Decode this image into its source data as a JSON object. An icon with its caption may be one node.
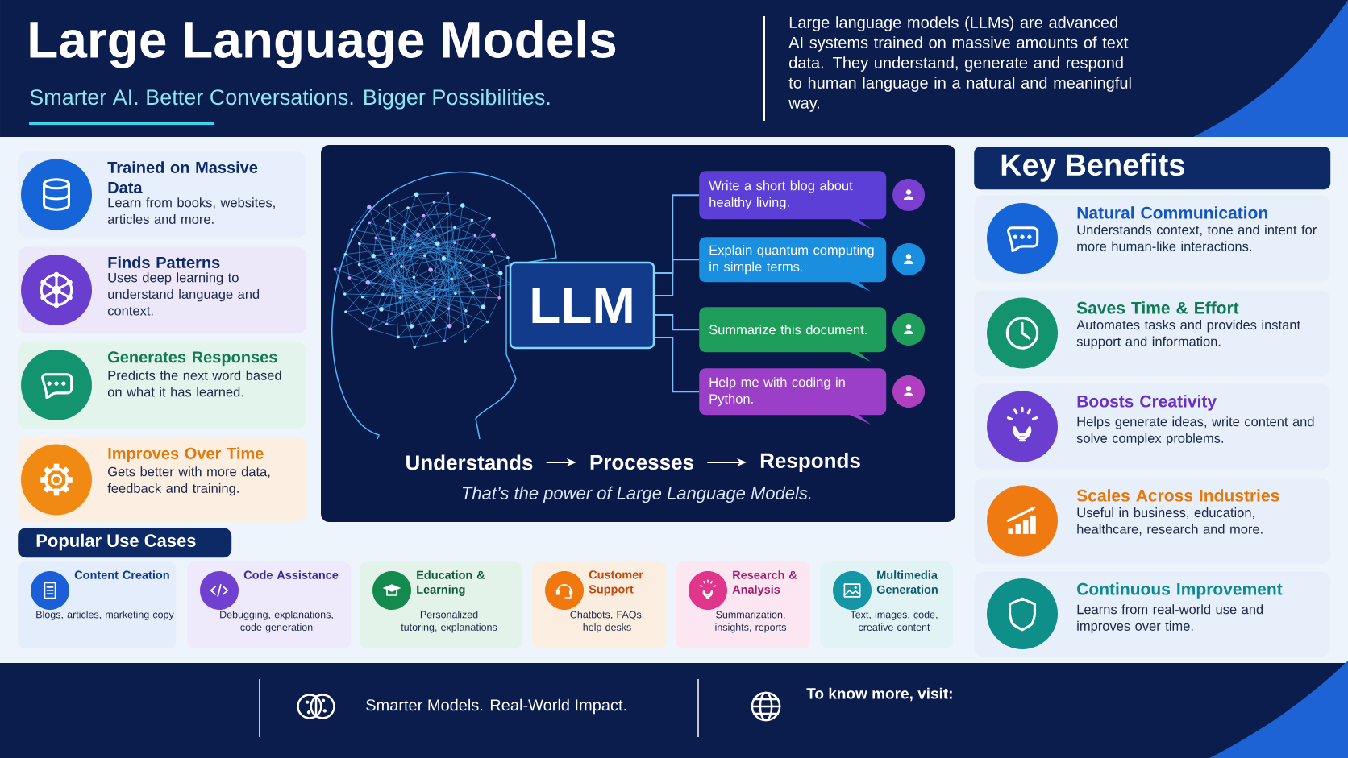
{
  "diagram": {
    "title": "Large Language Models",
    "nodes": [
      {
        "text": [
          "Trained on Massive Data",
          "Learn from books, websites, articles and more."
        ]
      },
      {
        "text": [
          "Finds Patterns",
          "Uses deep learning to understand language and context."
        ]
      },
      {
        "text": [
          "Generates Responses",
          "Predicts the next word based on what it has learned."
        ]
      },
      {
        "text": [
          "Improves Over Time",
          "Gets better with more data, feedback and training."
        ]
      },
      {
        "text": [
          "LLM"
        ]
      },
      {
        "text": [
          "Write a short blog about healthy living."
        ]
      },
      {
        "text": [
          "Explain quantum computing in simple terms."
        ]
      },
      {
        "text": [
          "Summarize this document."
        ]
      },
      {
        "text": [
          "Help me with coding in Python."
        ]
      },
      {
        "text": [
          "Understands"
        ]
      },
      {
        "text": [
          "Processes"
        ]
      },
      {
        "text": [
          "Responds"
        ]
      },
      {
        "text": [
          "Natural Communication",
          "Understands context, tone and intent for more human-like interactions."
        ]
      },
      {
        "text": [
          "Saves Time & Effort",
          "Automates tasks and provides instant support and information."
        ]
      },
      {
        "text": [
          "Boosts Creativity",
          "Helps generate ideas, write content and solve complex problems."
        ]
      },
      {
        "text": [
          "Scales Across Industries",
          "Useful in business, education, healthcare, research and more."
        ]
      },
      {
        "text": [
          "Continuous Improvement",
          "Learns from real-world use and improves over time."
        ]
      },
      {
        "text": [
          "Content Creation",
          "Blogs, articles, marketing copy"
        ]
      },
      {
        "text": [
          "Code Assistance",
          "Debugging, explanations, code generation"
        ]
      },
      {
        "text": [
          "Education & Learning",
          "Personalized tutoring, explanations"
        ]
      },
      {
        "text": [
          "Customer Support",
          "Chatbots, FAQs, help desks"
        ]
      },
      {
        "text": [
          "Research & Analysis",
          "Summarization, insights, reports"
        ]
      },
      {
        "text": [
          "Multimedia Generation",
          "Text, images, code, creative content"
        ]
      }
    ],
    "edges": [
      {
        "from": 4,
        "to": 5,
        "arrow": "none"
      },
      {
        "from": 4,
        "to": 6,
        "arrow": "none"
      },
      {
        "from": 4,
        "to": 7,
        "arrow": "none"
      },
      {
        "from": 4,
        "to": 8,
        "arrow": "none"
      },
      {
        "from": 9,
        "to": 10,
        "arrow": "to",
        "color": "#ffffff"
      },
      {
        "from": 10,
        "to": 11,
        "arrow": "to",
        "color": "#ffffff"
      }
    ],
    "labels": [
      "Smarter AI. Better Conversations. Bigger Possibilities.",
      "Large language models (LLMs) are advanced AI systems trained on massive amounts of text data. They understand, generate and respond to human language in a natural and meaningful way.",
      "That’s the power of Large Language Models.",
      "Key Benefits",
      "Popular Use Cases",
      "Smarter Models. Real-World Impact.",
      "To know more, visit:"
    ]
  }
}
